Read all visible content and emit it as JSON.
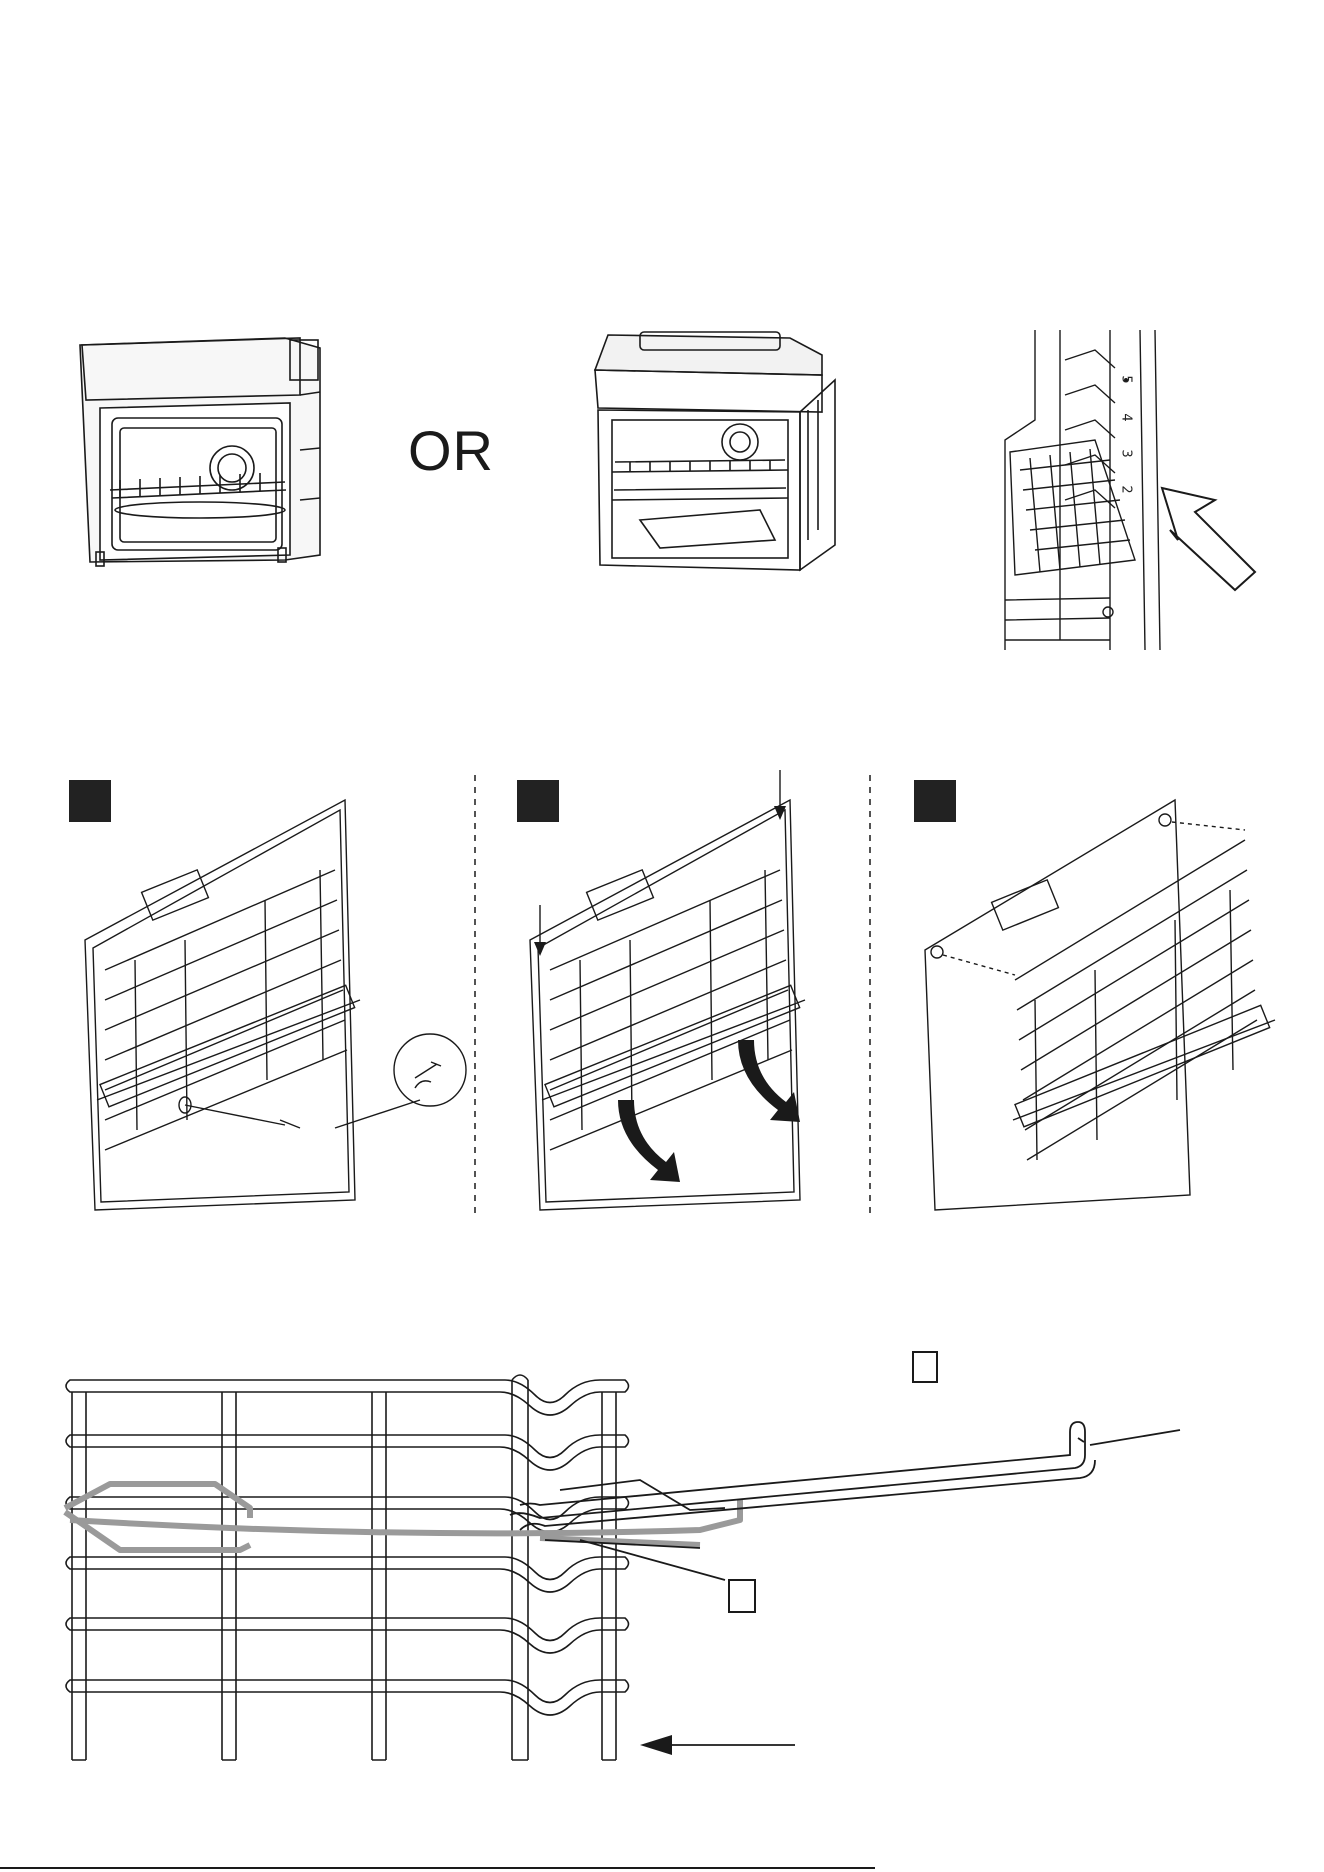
{
  "top_row": {
    "separator_text": "OR",
    "shelf_position_labels": [
      "5",
      "4",
      "3",
      "2"
    ]
  },
  "steps": [
    {
      "marker_color": "#222222"
    },
    {
      "marker_color": "#222222"
    },
    {
      "marker_color": "#222222"
    }
  ],
  "detail": {
    "callout_boxes": [
      "",
      ""
    ]
  },
  "colors": {
    "line": "#1a1a1a",
    "highlight_rack": "#9a9a9a",
    "step_marker": "#222222"
  }
}
